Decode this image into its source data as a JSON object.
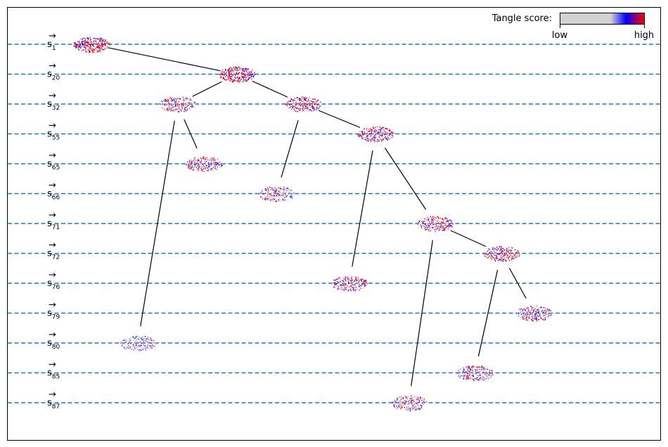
{
  "chart_data": {
    "type": "tree",
    "title": "",
    "xlabel": "",
    "ylabel": "",
    "colorbar": {
      "label": "Tangle score:",
      "low_label": "low",
      "high_label": "high",
      "colors": [
        "#d3d3d3",
        "#d3d3d3",
        "#0000ff",
        "#ff0000"
      ]
    },
    "levels": [
      {
        "id": "s1",
        "label": "s",
        "sub": "1"
      },
      {
        "id": "s20",
        "label": "s",
        "sub": "20"
      },
      {
        "id": "s32",
        "label": "s",
        "sub": "32"
      },
      {
        "id": "s55",
        "label": "s",
        "sub": "55"
      },
      {
        "id": "s65",
        "label": "s",
        "sub": "65"
      },
      {
        "id": "s66",
        "label": "s",
        "sub": "66"
      },
      {
        "id": "s71",
        "label": "s",
        "sub": "71"
      },
      {
        "id": "s72",
        "label": "s",
        "sub": "72"
      },
      {
        "id": "s76",
        "label": "s",
        "sub": "76"
      },
      {
        "id": "s79",
        "label": "s",
        "sub": "79"
      },
      {
        "id": "s80",
        "label": "s",
        "sub": "80"
      },
      {
        "id": "s85",
        "label": "s",
        "sub": "85"
      },
      {
        "id": "s87",
        "label": "s",
        "sub": "87"
      }
    ],
    "nodes": [
      {
        "id": "n1",
        "level": "s1",
        "x": 0.0,
        "score": 1.0
      },
      {
        "id": "n20",
        "level": "s20",
        "x": 0.22,
        "score": 1.0
      },
      {
        "id": "n32a",
        "level": "s32",
        "x": 0.13,
        "score": 0.45
      },
      {
        "id": "n32b",
        "level": "s32",
        "x": 0.32,
        "score": 0.75
      },
      {
        "id": "n55",
        "level": "s55",
        "x": 0.43,
        "score": 0.6
      },
      {
        "id": "n65",
        "level": "s65",
        "x": 0.17,
        "score": 0.5
      },
      {
        "id": "n66",
        "level": "s66",
        "x": 0.28,
        "score": 0.25
      },
      {
        "id": "n71",
        "level": "s71",
        "x": 0.52,
        "score": 0.55
      },
      {
        "id": "n72",
        "level": "s72",
        "x": 0.62,
        "score": 0.6
      },
      {
        "id": "n76",
        "level": "s76",
        "x": 0.39,
        "score": 0.5
      },
      {
        "id": "n79",
        "level": "s79",
        "x": 0.67,
        "score": 0.45
      },
      {
        "id": "n80",
        "level": "s80",
        "x": 0.07,
        "score": 0.2
      },
      {
        "id": "n85",
        "level": "s85",
        "x": 0.58,
        "score": 0.4
      },
      {
        "id": "n87",
        "level": "s87",
        "x": 0.48,
        "score": 0.4
      }
    ],
    "edges": [
      [
        "n1",
        "n20"
      ],
      [
        "n20",
        "n32a"
      ],
      [
        "n20",
        "n32b"
      ],
      [
        "n32a",
        "n65"
      ],
      [
        "n32a",
        "n80"
      ],
      [
        "n32b",
        "n66"
      ],
      [
        "n32b",
        "n55"
      ],
      [
        "n55",
        "n76"
      ],
      [
        "n55",
        "n71"
      ],
      [
        "n71",
        "n87"
      ],
      [
        "n71",
        "n72"
      ],
      [
        "n72",
        "n85"
      ],
      [
        "n72",
        "n79"
      ]
    ],
    "grid": false,
    "legend": "top-right"
  }
}
